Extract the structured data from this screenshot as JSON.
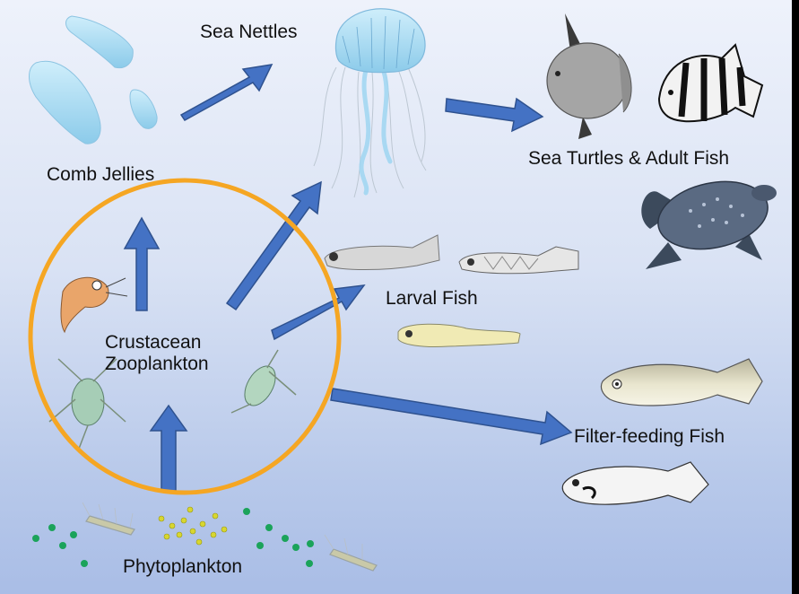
{
  "labels": {
    "sea_nettles": "Sea Nettles",
    "comb_jellies": "Comb Jellies",
    "sea_turtles_adult_fish": "Sea Turtles & Adult Fish",
    "larval_fish": "Larval Fish",
    "crustacean_line1": "Crustacean",
    "crustacean_line2": "Zooplankton",
    "filter_feeding_fish": "Filter-feeding Fish",
    "phytoplankton": "Phytoplankton"
  },
  "colors": {
    "arrow": "#4472c4",
    "arrow_stroke": "#2f528f",
    "highlight_circle": "#f5a623",
    "jelly": "#9ed3ee"
  },
  "icons": [
    "comb-jelly-icon",
    "sea-nettle-icon",
    "sunfish-icon",
    "spadefish-icon",
    "sea-turtle-icon",
    "larval-fish-icon",
    "copepod-icon",
    "shrimp-larva-icon",
    "menhaden-icon",
    "anchovy-icon",
    "phytoplankton-cell-icon"
  ]
}
